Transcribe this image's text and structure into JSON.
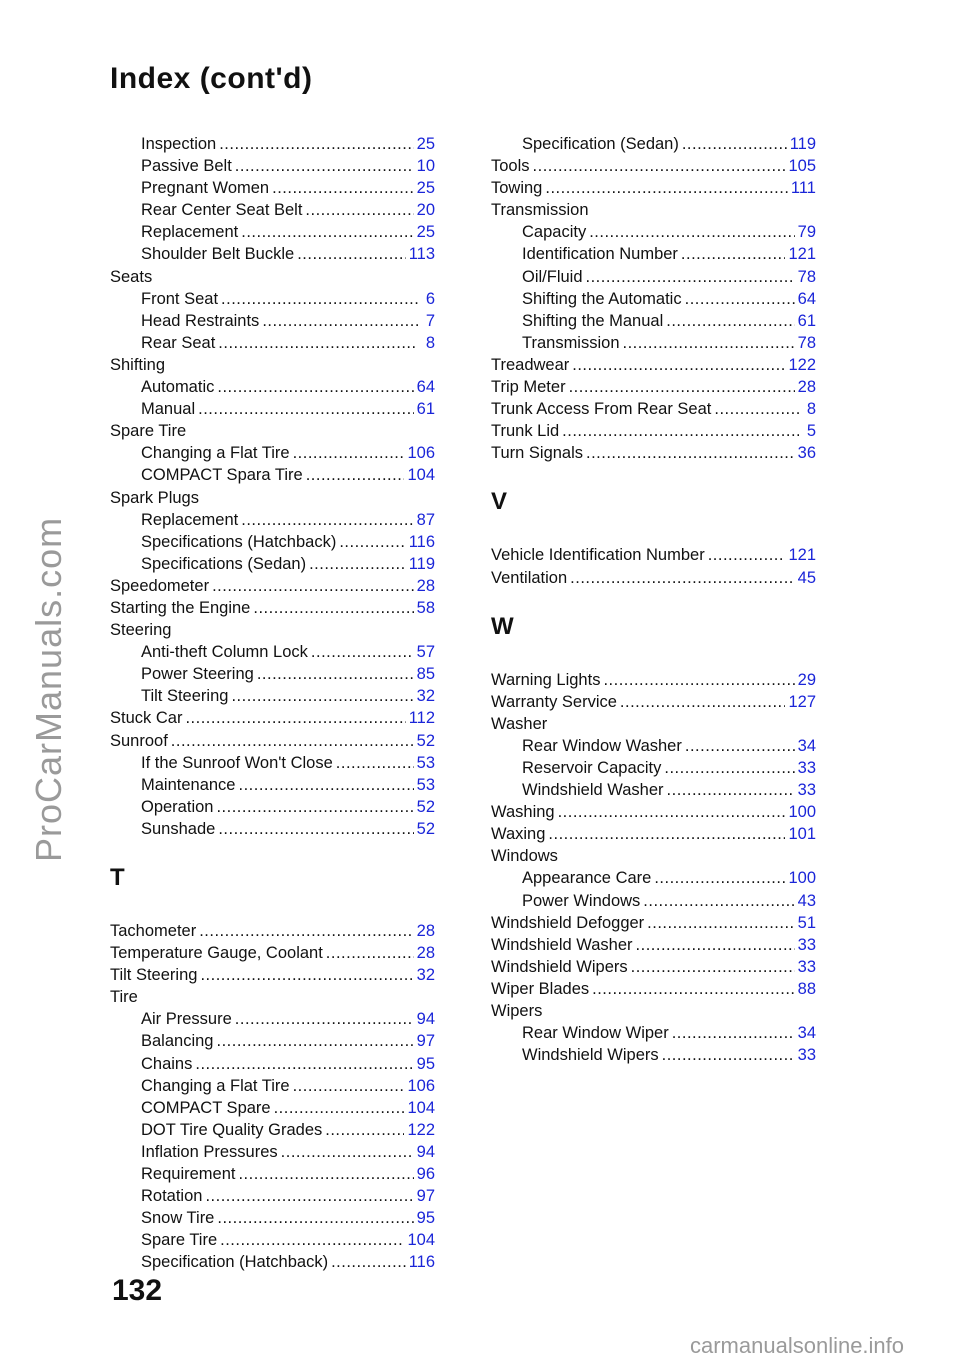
{
  "page_title": "Index (cont'd)",
  "page_number": "132",
  "watermark_side": "ProCarManuals.com",
  "watermark_bottom": "carmanualsonline.info",
  "left_column": [
    {
      "label": "Inspection",
      "page": "25",
      "indent": true
    },
    {
      "label": "Passive Belt",
      "page": "10",
      "indent": true
    },
    {
      "label": "Pregnant Women",
      "page": "25",
      "indent": true
    },
    {
      "label": "Rear Center Seat Belt",
      "page": "20",
      "indent": true
    },
    {
      "label": "Replacement",
      "page": "25",
      "indent": true
    },
    {
      "label": "Shoulder Belt Buckle",
      "page": "113",
      "indent": true
    },
    {
      "label": "Seats",
      "page": "",
      "indent": false
    },
    {
      "label": "Front Seat",
      "page": "6",
      "indent": true
    },
    {
      "label": "Head Restraints",
      "page": "7",
      "indent": true
    },
    {
      "label": "Rear Seat",
      "page": "8",
      "indent": true
    },
    {
      "label": "Shifting",
      "page": "",
      "indent": false
    },
    {
      "label": "Automatic",
      "page": "64",
      "indent": true
    },
    {
      "label": "Manual",
      "page": "61",
      "indent": true
    },
    {
      "label": "Spare Tire",
      "page": "",
      "indent": false
    },
    {
      "label": "Changing a Flat Tire",
      "page": "106",
      "indent": true
    },
    {
      "label": "COMPACT Spara Tire",
      "page": "104",
      "indent": true
    },
    {
      "label": "Spark Plugs",
      "page": "",
      "indent": false
    },
    {
      "label": "Replacement",
      "page": "87",
      "indent": true
    },
    {
      "label": "Specifications (Hatchback)",
      "page": "116",
      "indent": true
    },
    {
      "label": "Specifications (Sedan)",
      "page": "119",
      "indent": true
    },
    {
      "label": "Speedometer",
      "page": "28",
      "indent": false
    },
    {
      "label": "Starting the Engine",
      "page": "58",
      "indent": false
    },
    {
      "label": "Steering",
      "page": "",
      "indent": false
    },
    {
      "label": "Anti-theft Column Lock",
      "page": "57",
      "indent": true
    },
    {
      "label": "Power Steering",
      "page": "85",
      "indent": true
    },
    {
      "label": "Tilt Steering",
      "page": "32",
      "indent": true
    },
    {
      "label": "Stuck Car",
      "page": "112",
      "indent": false
    },
    {
      "label": "Sunroof",
      "page": "52",
      "indent": false
    },
    {
      "label": "If the Sunroof Won't Close",
      "page": "53",
      "indent": true
    },
    {
      "label": "Maintenance",
      "page": "53",
      "indent": true
    },
    {
      "label": "Operation",
      "page": "52",
      "indent": true
    },
    {
      "label": "Sunshade",
      "page": "52",
      "indent": true
    },
    {
      "section": "T"
    },
    {
      "label": "Tachometer",
      "page": "28",
      "indent": false
    },
    {
      "label": "Temperature Gauge, Coolant",
      "page": "28",
      "indent": false
    },
    {
      "label": "Tilt Steering",
      "page": "32",
      "indent": false
    },
    {
      "label": "Tire",
      "page": "",
      "indent": false
    },
    {
      "label": "Air Pressure",
      "page": "94",
      "indent": true
    },
    {
      "label": "Balancing",
      "page": "97",
      "indent": true
    },
    {
      "label": "Chains",
      "page": "95",
      "indent": true
    },
    {
      "label": "Changing a Flat Tire",
      "page": "106",
      "indent": true
    },
    {
      "label": "COMPACT Spare",
      "page": "104",
      "indent": true
    },
    {
      "label": "DOT Tire Quality Grades",
      "page": "122",
      "indent": true
    },
    {
      "label": "Inflation Pressures",
      "page": "94",
      "indent": true
    },
    {
      "label": "Requirement",
      "page": "96",
      "indent": true
    },
    {
      "label": "Rotation",
      "page": "97",
      "indent": true
    },
    {
      "label": "Snow Tire",
      "page": "95",
      "indent": true
    },
    {
      "label": "Spare Tire",
      "page": "104",
      "indent": true
    },
    {
      "label": "Specification (Hatchback)",
      "page": "116",
      "indent": true
    }
  ],
  "right_column": [
    {
      "label": "Specification (Sedan)",
      "page": "119",
      "indent": true
    },
    {
      "label": "Tools",
      "page": "105",
      "indent": false
    },
    {
      "label": "Towing",
      "page": "111",
      "indent": false
    },
    {
      "label": "Transmission",
      "page": "",
      "indent": false
    },
    {
      "label": "Capacity",
      "page": "79",
      "indent": true
    },
    {
      "label": "Identification Number",
      "page": "121",
      "indent": true
    },
    {
      "label": "Oil/Fluid",
      "page": "78",
      "indent": true
    },
    {
      "label": "Shifting the Automatic",
      "page": "64",
      "indent": true
    },
    {
      "label": "Shifting the Manual",
      "page": "61",
      "indent": true
    },
    {
      "label": "Transmission",
      "page": "78",
      "indent": true
    },
    {
      "label": "Treadwear",
      "page": "122",
      "indent": false
    },
    {
      "label": "Trip Meter",
      "page": "28",
      "indent": false
    },
    {
      "label": "Trunk Access From Rear Seat",
      "page": "8",
      "indent": false
    },
    {
      "label": "Trunk Lid",
      "page": "5",
      "indent": false
    },
    {
      "label": "Turn Signals",
      "page": "36",
      "indent": false
    },
    {
      "section": "V"
    },
    {
      "label": "Vehicle Identification Number",
      "page": "121",
      "indent": false
    },
    {
      "label": "Ventilation",
      "page": "45",
      "indent": false
    },
    {
      "section": "W"
    },
    {
      "label": "Warning Lights",
      "page": "29",
      "indent": false
    },
    {
      "label": "Warranty Service",
      "page": "127",
      "indent": false
    },
    {
      "label": "Washer",
      "page": "",
      "indent": false
    },
    {
      "label": "Rear Window Washer",
      "page": "34",
      "indent": true
    },
    {
      "label": "Reservoir Capacity",
      "page": "33",
      "indent": true
    },
    {
      "label": "Windshield Washer",
      "page": "33",
      "indent": true
    },
    {
      "label": "Washing",
      "page": "100",
      "indent": false
    },
    {
      "label": "Waxing",
      "page": "101",
      "indent": false
    },
    {
      "label": "Windows",
      "page": "",
      "indent": false
    },
    {
      "label": "Appearance Care",
      "page": "100",
      "indent": true
    },
    {
      "label": "Power Windows",
      "page": "43",
      "indent": true
    },
    {
      "label": "Windshield Defogger",
      "page": "51",
      "indent": false
    },
    {
      "label": "Windshield Washer",
      "page": "33",
      "indent": false
    },
    {
      "label": "Windshield Wipers",
      "page": "33",
      "indent": false
    },
    {
      "label": "Wiper Blades",
      "page": "88",
      "indent": false
    },
    {
      "label": "Wipers",
      "page": "",
      "indent": false
    },
    {
      "label": "Rear Window Wiper",
      "page": "34",
      "indent": true
    },
    {
      "label": "Windshield Wipers",
      "page": "33",
      "indent": true
    }
  ]
}
